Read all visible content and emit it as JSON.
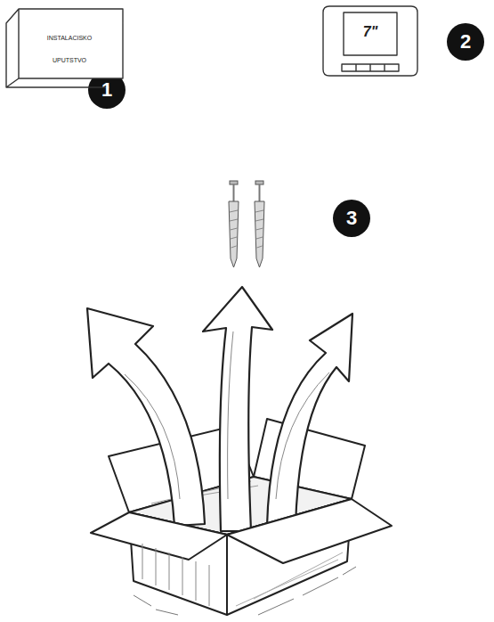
{
  "diagram": {
    "nodes": [
      {
        "text": [
          "INSTALACISKO UPUTSTVO"
        ]
      },
      {
        "text": [
          "7\""
        ]
      }
    ],
    "labels": [
      "1",
      "2",
      "3"
    ]
  }
}
